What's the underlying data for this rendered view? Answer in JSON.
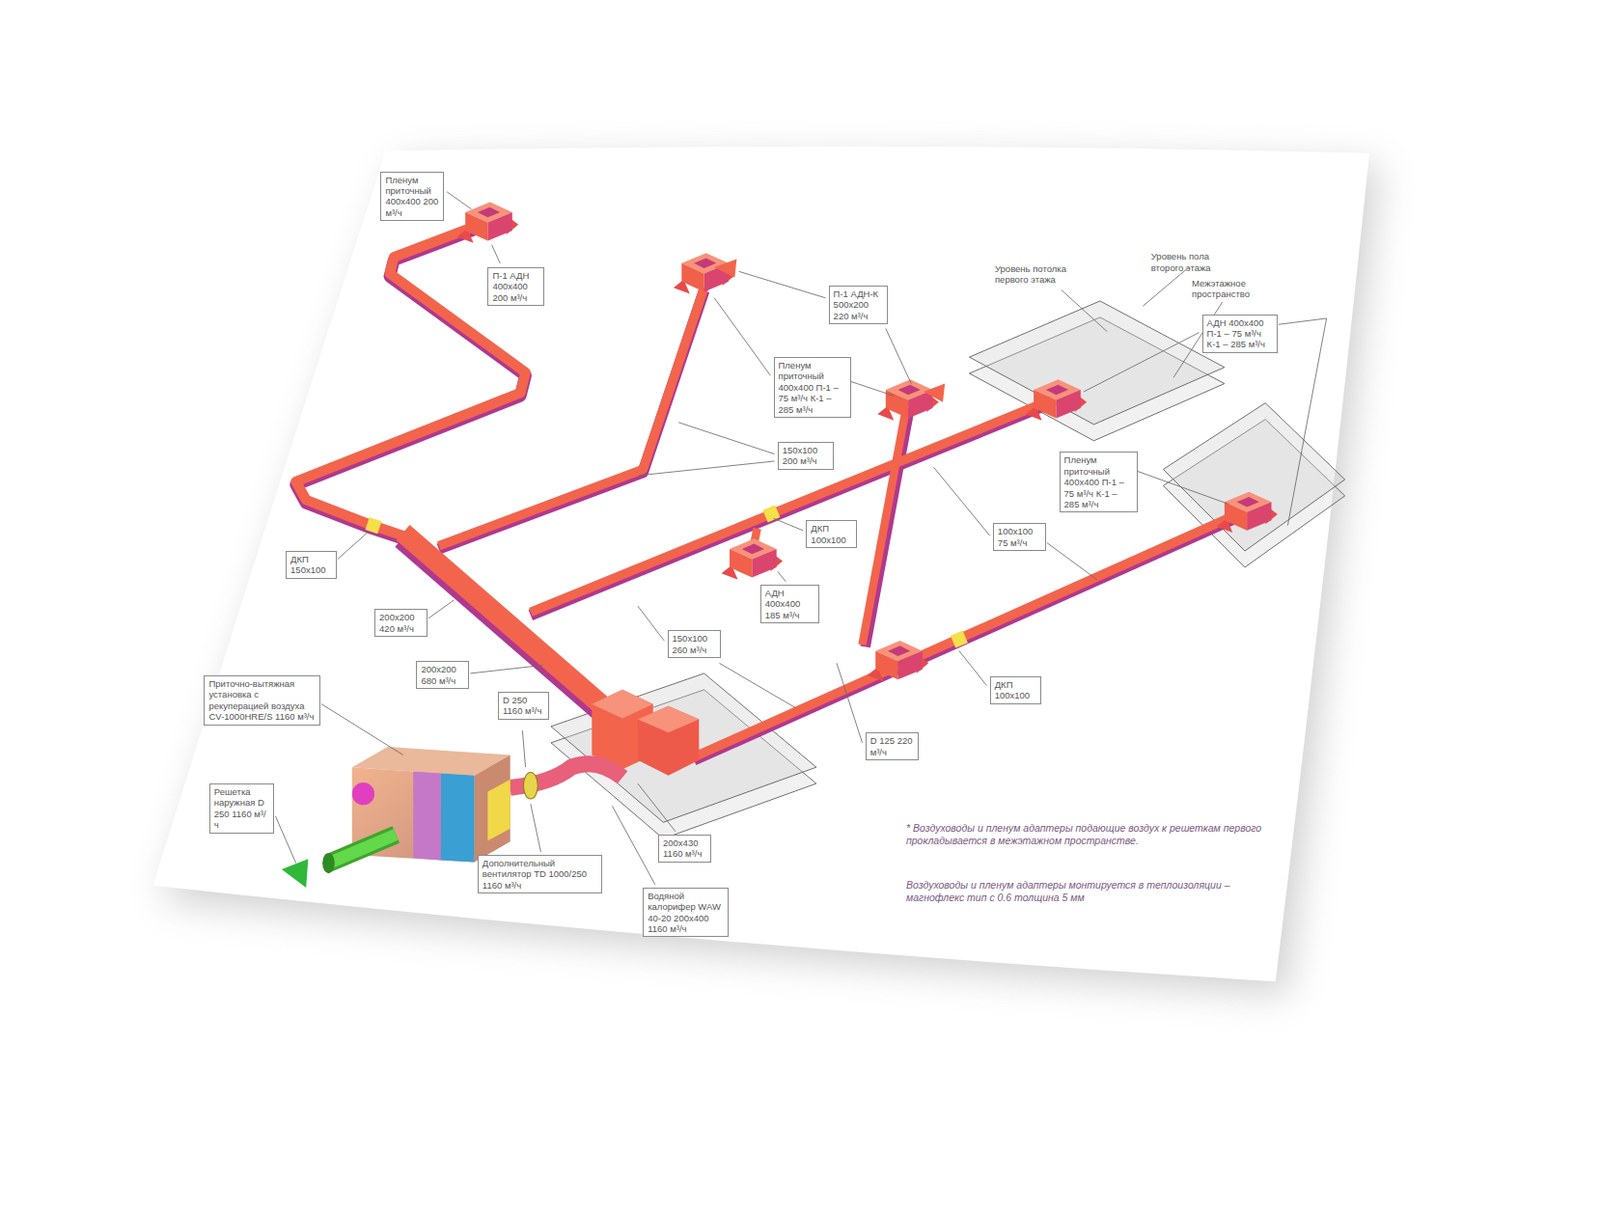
{
  "diagram": {
    "nodes": [
      {
        "text": [
          "Пленум приточный 400х400 200 м³/ч"
        ]
      },
      {
        "text": [
          "П-1 АДН 400х400 200 м³/ч"
        ]
      },
      {
        "text": [
          "П-1 АДН-К 500х200 220 м³/ч"
        ]
      },
      {
        "text": [
          "Пленум приточный 400х400 П-1 – 75 м³/ч К-1 – 285 м³/ч"
        ]
      },
      {
        "text": [
          "АДН 400х400 П-1 – 75 м³/ч К-1 – 285 м³/ч"
        ]
      },
      {
        "text": [
          "150х100 200 м³/ч"
        ]
      },
      {
        "text": [
          "Пленум приточный 400х400 П-1 – 75 м³/ч К-1 – 285 м³/ч"
        ]
      },
      {
        "text": [
          "ДКП 150х100"
        ]
      },
      {
        "text": [
          "ДКП 100х100"
        ]
      },
      {
        "text": [
          "100х100 75 м³/ч"
        ]
      },
      {
        "text": [
          "АДН 400х400 185 м³/ч"
        ]
      },
      {
        "text": [
          "200х200 420 м³/ч"
        ]
      },
      {
        "text": [
          "150х100 260 м³/ч"
        ]
      },
      {
        "text": [
          "200х200 680 м³/ч"
        ]
      },
      {
        "text": [
          "ДКП 100х100"
        ]
      },
      {
        "text": [
          "D 250 1160 м³/ч"
        ]
      },
      {
        "text": [
          "Приточно-вытяжная установка с рекуперацией воздуха CV-1000HRE/S 1160 м³/ч"
        ]
      },
      {
        "text": [
          "D 125 220 м³/ч"
        ]
      },
      {
        "text": [
          "Решетка наружная D 250 1160 м³/ч"
        ]
      },
      {
        "text": [
          "200х430 1160 м³/ч"
        ]
      },
      {
        "text": [
          "Дополнительный вентилятор TD 1000/250 1160 м³/ч"
        ]
      },
      {
        "text": [
          "Водяной калорифер WAW 40-20 200х400 1160 м³/ч"
        ]
      }
    ],
    "labels": [
      "Уровень потолка первого этажа",
      "Уровень пола второго этажа",
      "Межэтажное пространство",
      "* Воздуховоды и пленум адаптеры подающие воздух к решеткам первого прокладывается в межэтажном пространстве.",
      "Воздуховоды и пленум адаптеры монтируется в теплоизоляции – магнофлекс тип с 0.6 толщина 5 мм"
    ]
  }
}
